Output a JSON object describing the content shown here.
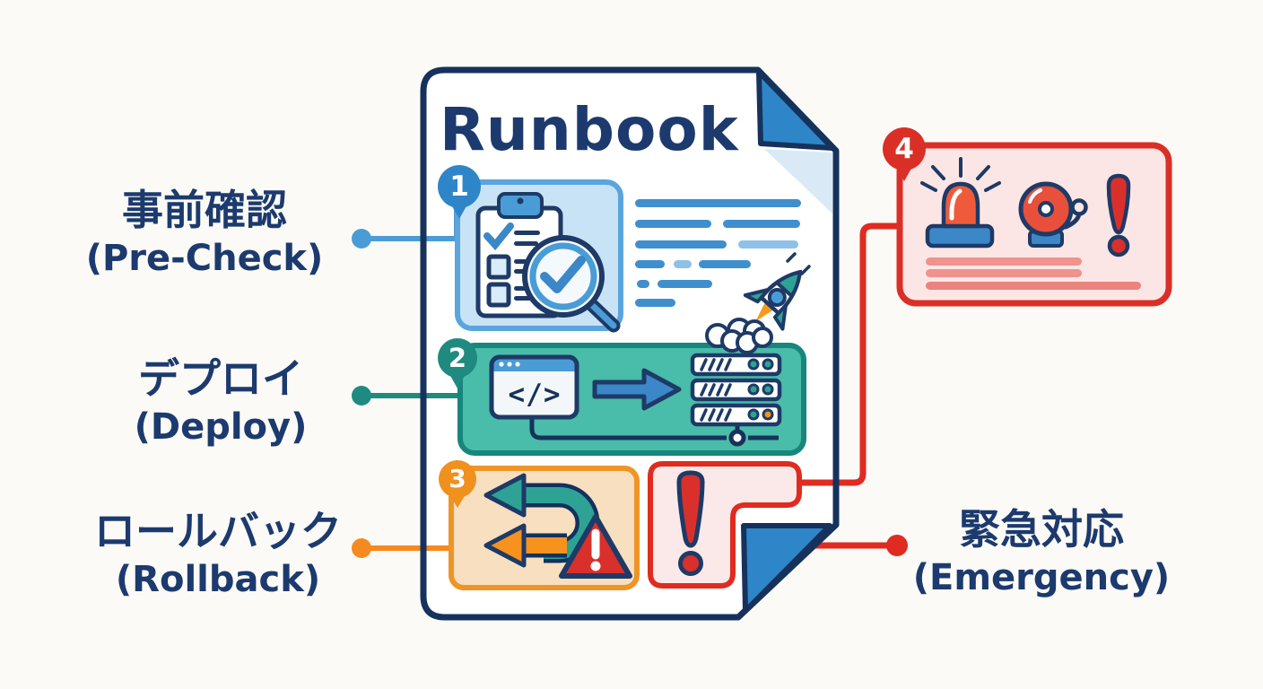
{
  "title": "Runbook",
  "code_glyph": "</>",
  "steps": [
    {
      "number": "1",
      "label_jp": "事前確認",
      "label_en": "(Pre-Check)",
      "accent": "#2e86c8",
      "icon": "checklist-magnifier"
    },
    {
      "number": "2",
      "label_jp": "デプロイ",
      "label_en": "(Deploy)",
      "accent": "#1f8a80",
      "icon": "code-to-server-rocket"
    },
    {
      "number": "3",
      "label_jp": "ロールバック",
      "label_en": "(Rollback)",
      "accent": "#f0901d",
      "icon": "uturn-arrows-warning"
    },
    {
      "number": "4",
      "label_jp": "緊急対応",
      "label_en": "(Emergency)",
      "accent": "#da2f27",
      "icon": "siren-bell-alert"
    }
  ],
  "colors": {
    "navy": "#1c3a6e",
    "page_border": "#16325c",
    "fold_blue": "#2e86c8",
    "fold_shadow": "#d9eaf6",
    "precheck_fill": "#c9e3f6",
    "precheck_border": "#5aa5dc",
    "deploy_fill": "#49bcaa",
    "deploy_border": "#17867c",
    "rollback_fill": "#f8dfc0",
    "rollback_border": "#ef9427",
    "alert_fill": "#fce6e5",
    "alert_border": "#da2f27",
    "note_fill": "#fbe9e9",
    "red": "#d9302c",
    "blue": "#3b87c8",
    "teal": "#2fa296",
    "orange": "#f6921d",
    "text_bar_blue": "#3f8fce",
    "text_bar_light": "#8fc1e6"
  }
}
